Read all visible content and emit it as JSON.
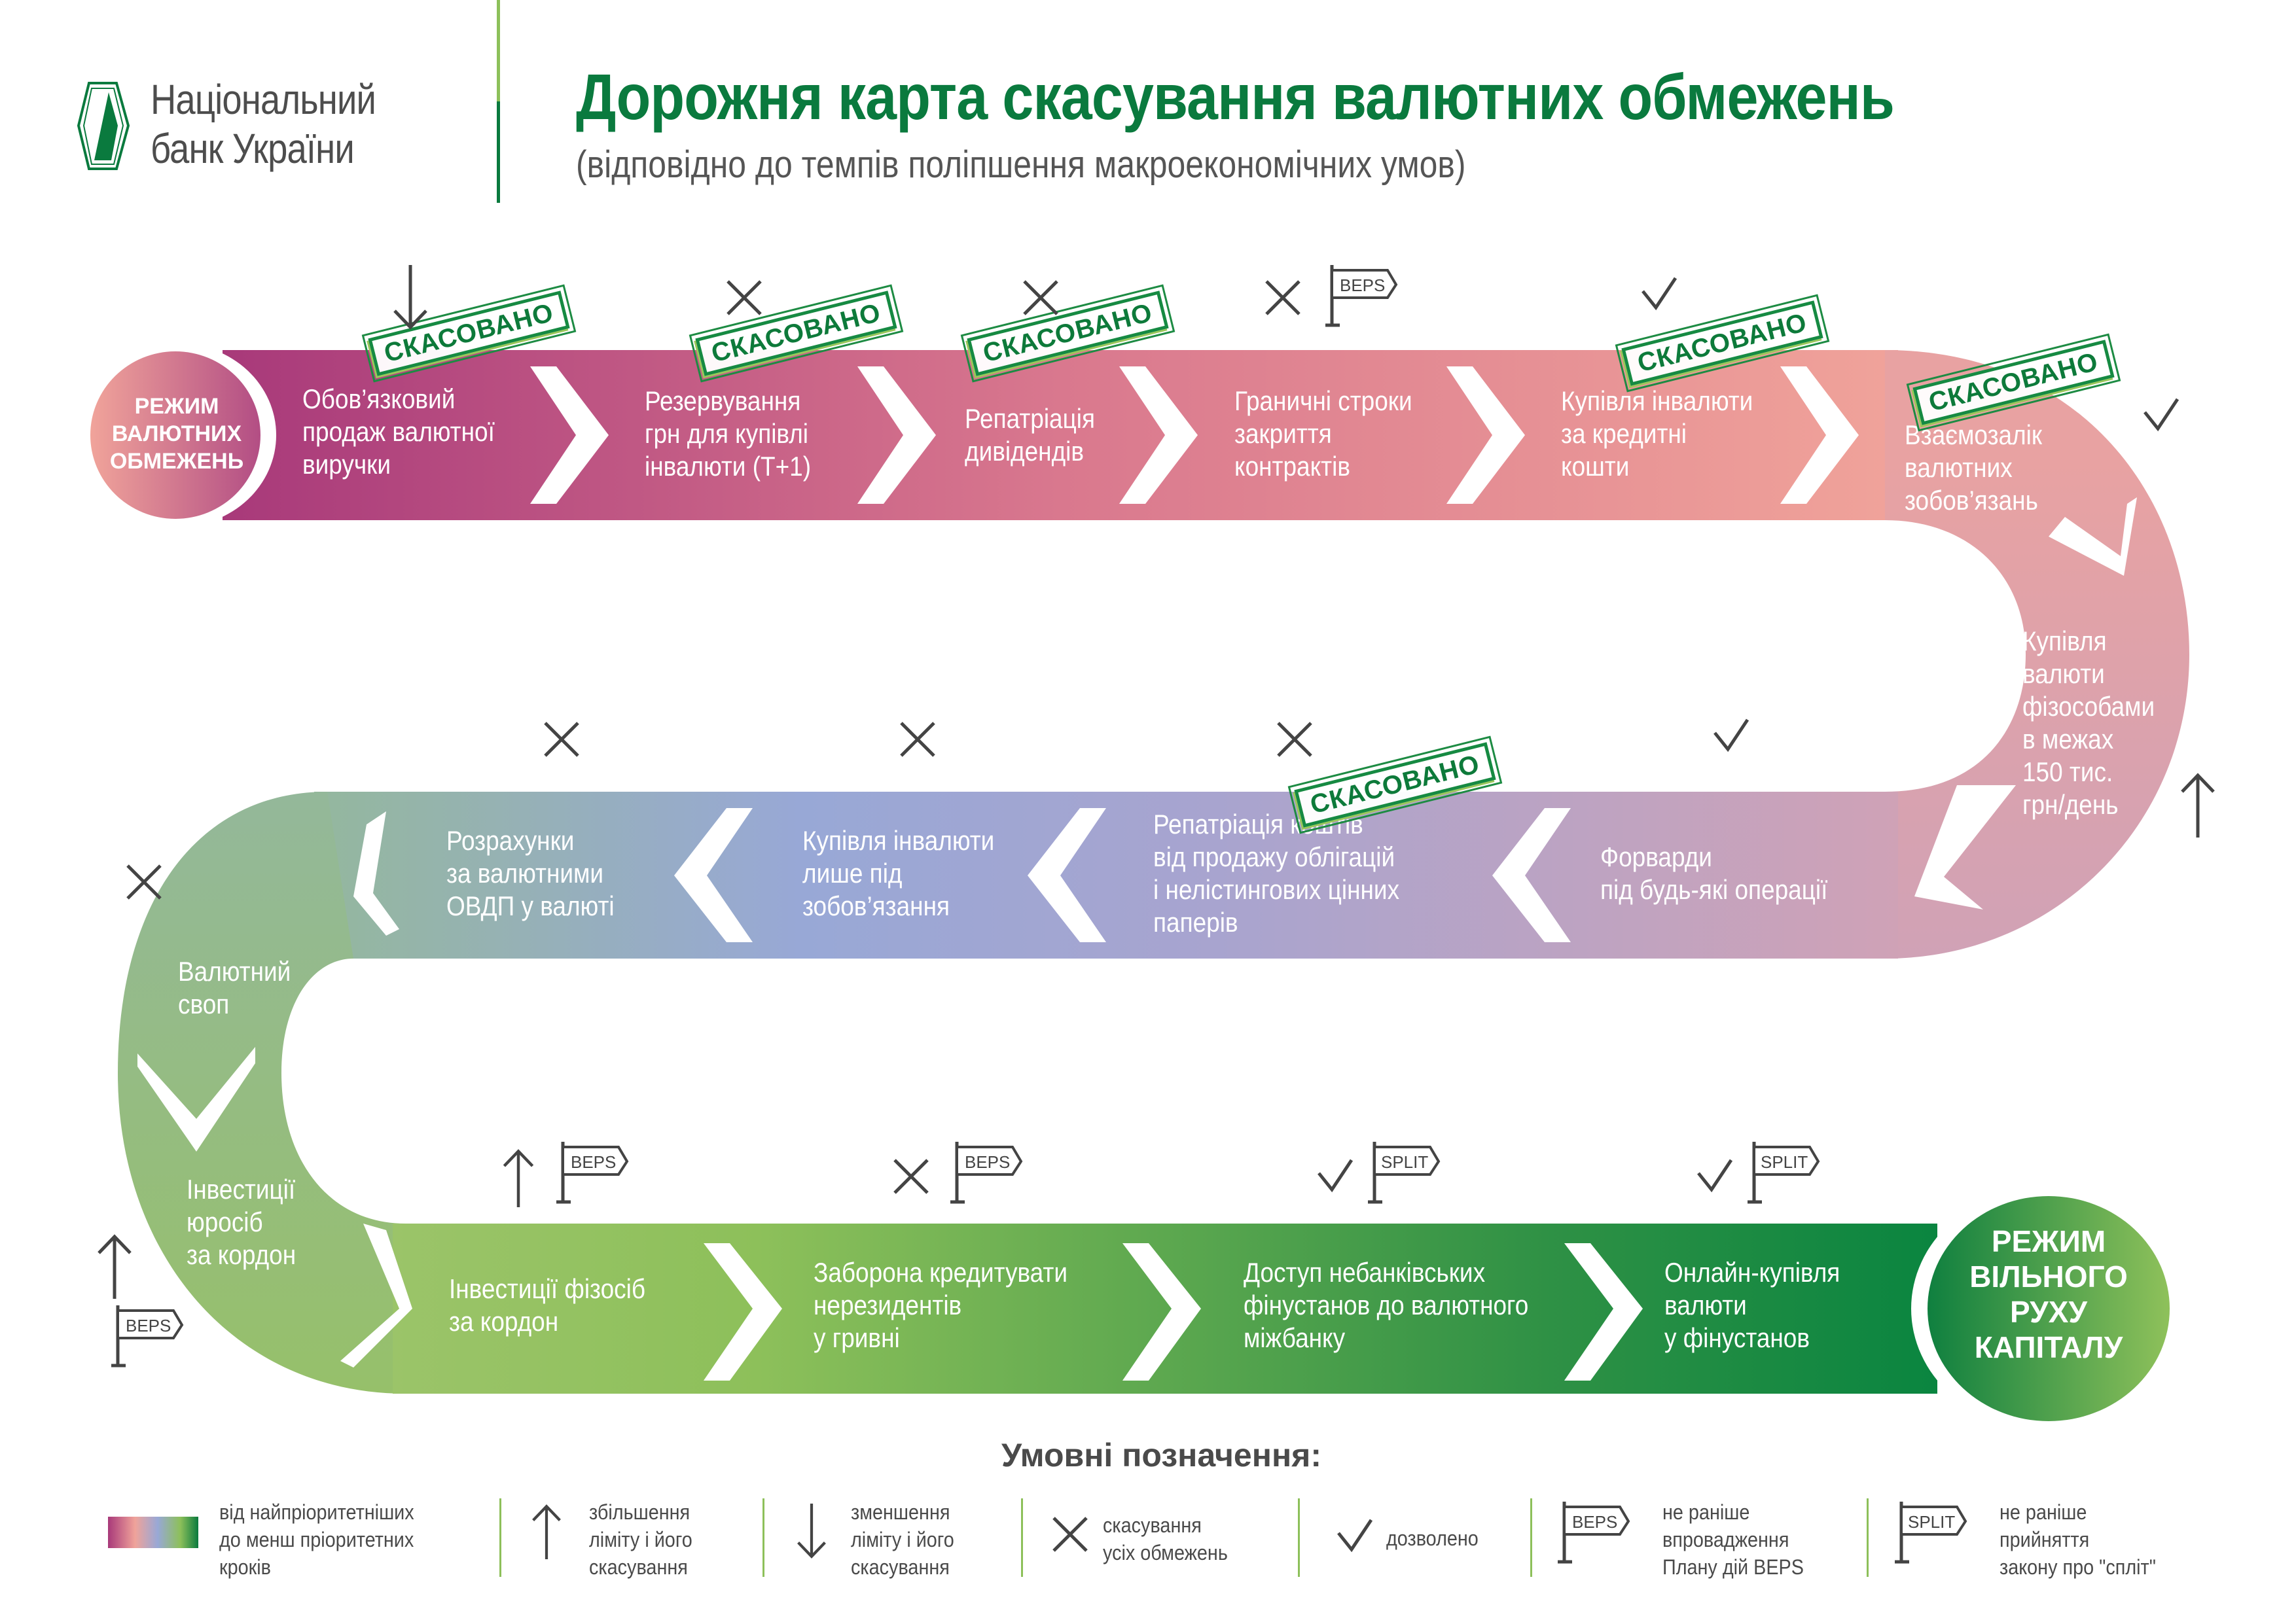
{
  "header": {
    "logo_line1": "Національний",
    "logo_line2": "банк України",
    "title": "Дорожня карта скасування валютних обмежень",
    "subtitle": "(відповідно до темпів поліпшення макроекономічних умов)"
  },
  "start_circle": {
    "label": "РЕЖИМ\nВАЛЮТНИХ\nОБМЕЖЕНЬ"
  },
  "end_circle": {
    "label": "РЕЖИМ\nВІЛЬНОГО\nРУХУ\nКАПІТАЛУ"
  },
  "stamp_label": "СКАСОВАНО",
  "steps": [
    {
      "label": "Обов’язковий\nпродаж валютної\nвиручки",
      "icons": [
        "arrow-down"
      ],
      "cancelled": true
    },
    {
      "label": "Резервування\nгрн для купівлі\nінвалюти (Т+1)",
      "icons": [
        "cross"
      ],
      "cancelled": true
    },
    {
      "label": "Репатріація\nдивідендів",
      "icons": [
        "cross"
      ],
      "cancelled": true
    },
    {
      "label": "Граничні строки\nзакриття\nконтрактів",
      "icons": [
        "cross",
        "flag-beps"
      ],
      "cancelled": false
    },
    {
      "label": "Купівля інвалюти\nза кредитні\nкошти",
      "icons": [
        "check"
      ],
      "cancelled": true
    },
    {
      "label": "Взаємозалік\nвалютних\nзобов’язань",
      "icons": [
        "check"
      ],
      "cancelled": true
    },
    {
      "label": "Купівля\nвалюти\nфізособами\nв межах\n150 тис.\nгрн/день",
      "icons": [
        "arrow-up"
      ],
      "cancelled": false
    },
    {
      "label": "Форварди\nпід будь-які операції",
      "icons": [
        "check"
      ],
      "cancelled": false
    },
    {
      "label": "Репатріація коштів\nвід продажу облігацій\nі нелістингових цінних\nпаперів",
      "icons": [
        "cross"
      ],
      "cancelled": true
    },
    {
      "label": "Купівля інвалюти\nлише під\nзобов’язання",
      "icons": [
        "cross"
      ],
      "cancelled": false
    },
    {
      "label": "Розрахунки\nза валютними\nОВДП у валюті",
      "icons": [
        "cross"
      ],
      "cancelled": false
    },
    {
      "label": "Валютний\nсвоп",
      "icons": [
        "cross"
      ],
      "cancelled": false
    },
    {
      "label": "Інвестиції\nюросіб\nза кордон",
      "icons": [
        "arrow-up",
        "flag-beps"
      ],
      "cancelled": false
    },
    {
      "label": "Інвестиції фізосіб\nза кордон",
      "icons": [
        "arrow-up",
        "flag-beps"
      ],
      "cancelled": false
    },
    {
      "label": "Заборона кредитувати\nнерезидентів\nу гривні",
      "icons": [
        "cross",
        "flag-beps"
      ],
      "cancelled": false
    },
    {
      "label": "Доступ небанківських\nфінустанов до валютного\nміжбанку",
      "icons": [
        "check",
        "flag-split"
      ],
      "cancelled": false
    },
    {
      "label": "Онлайн-купівля\nвалюти\nу фінустанов",
      "icons": [
        "check",
        "flag-split"
      ],
      "cancelled": false
    }
  ],
  "flags": {
    "beps": "BEPS",
    "split": "SPLIT"
  },
  "legend": {
    "title": "Умовні позначення:",
    "items": [
      {
        "icon": "gradient-swatch",
        "text": "від найпріоритетніших\nдо менш пріоритетних\nкроків"
      },
      {
        "icon": "arrow-up",
        "text": "збільшення\nліміту і його\nскасування"
      },
      {
        "icon": "arrow-down",
        "text": "зменшення\nліміту і його\nскасування"
      },
      {
        "icon": "cross",
        "text": "скасування\nусіх  обмежень"
      },
      {
        "icon": "check",
        "text": "дозволено"
      },
      {
        "icon": "flag-beps",
        "text": "не раніше\nвпровадження\nПлану дій BEPS"
      },
      {
        "icon": "flag-split",
        "text": "не раніше\nприйняття\nзакону про \"спліт\""
      }
    ]
  },
  "colors": {
    "brand_green": "#0a7a3e",
    "light_green": "#8dc05a",
    "magenta": "#a8397a",
    "salmon": "#f0a39a",
    "lavender": "#98a8d6",
    "sage": "#94bb94",
    "stamp_green": "#168a42",
    "icon_gray": "#444444"
  }
}
